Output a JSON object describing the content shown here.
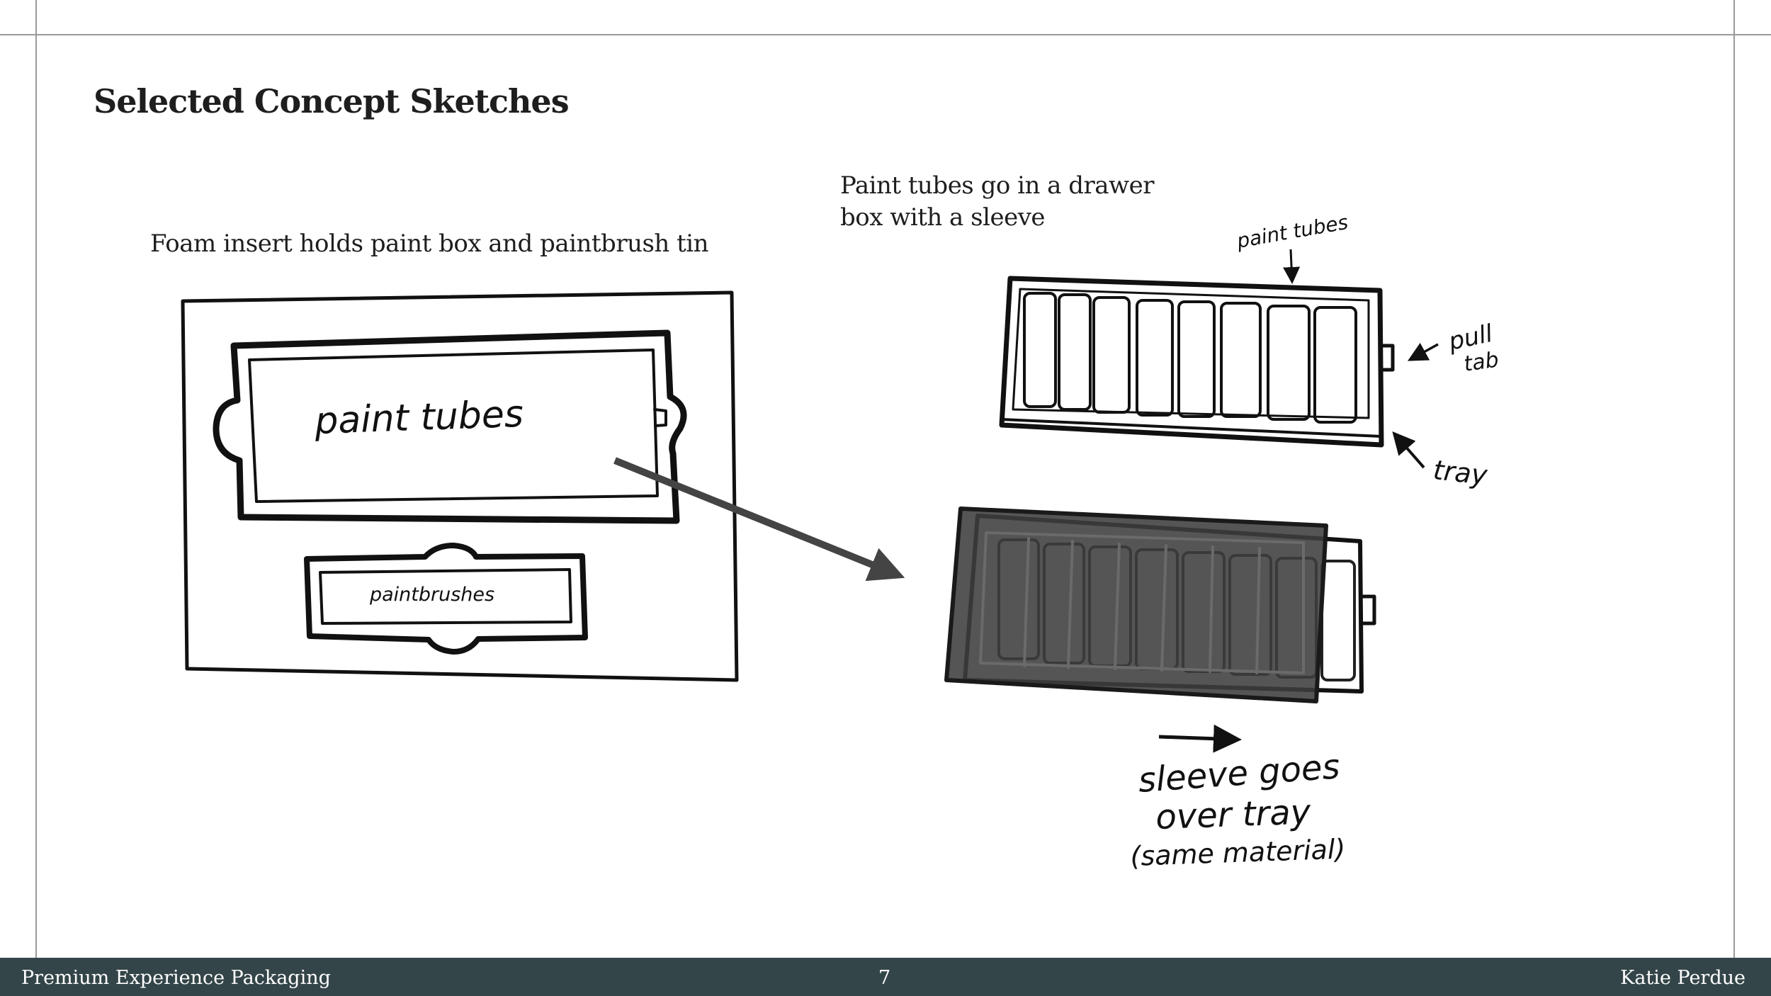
{
  "slide": {
    "title": "Selected Concept Sketches",
    "caption_left": "Foam insert holds paint box and paintbrush tin",
    "caption_right_line1": "Paint tubes go in a drawer",
    "caption_right_line2": "box with a sleeve"
  },
  "sketch_left": {
    "label_tubes": "paint tubes",
    "label_brushes": "paintbrushes"
  },
  "sketch_right": {
    "label_paint_tubes": "paint tubes",
    "label_pull_1": "pull",
    "label_pull_2": "tab",
    "label_tray": "tray",
    "note_line1": "sleeve goes",
    "note_line2": "over tray",
    "note_line3": "(same material)"
  },
  "footer": {
    "left": "Premium Experience Packaging",
    "page": "7",
    "right": "Katie Perdue"
  },
  "colors": {
    "footer_bg": "#344549",
    "sleeve_fill": "#4a4a4a",
    "arrow": "#444444"
  }
}
